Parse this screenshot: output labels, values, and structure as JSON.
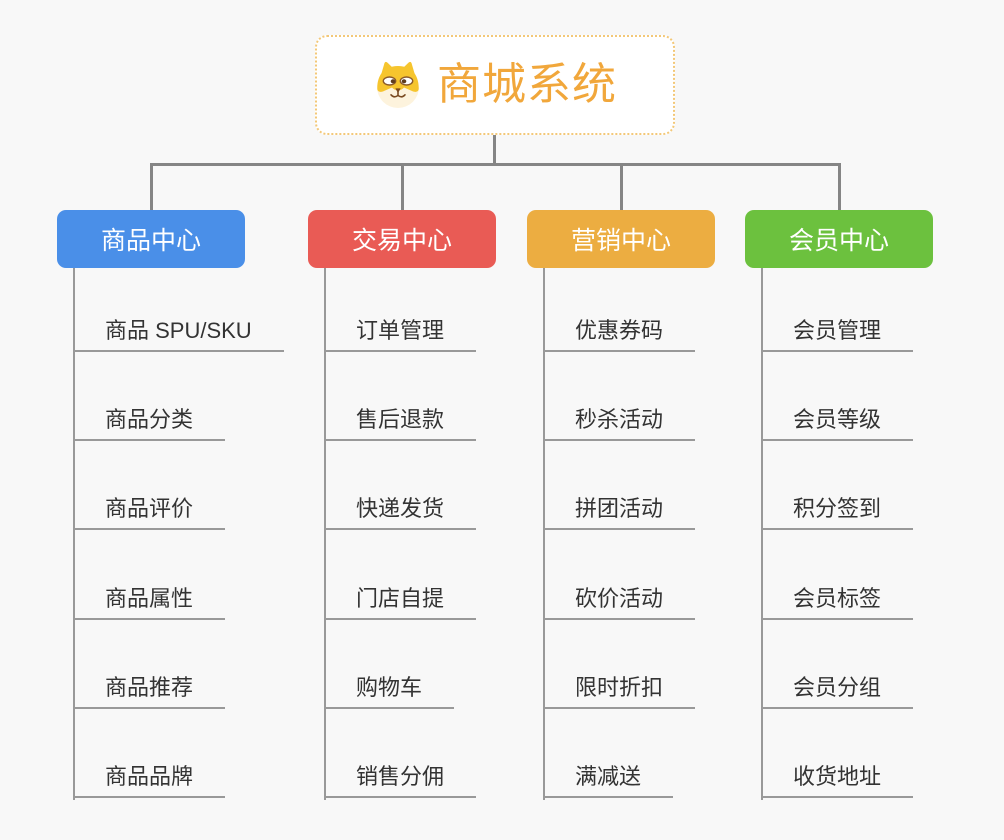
{
  "root": {
    "title": "商城系统",
    "icon": "dog-face-icon",
    "text_color": "#f1a73b",
    "border_color": "#f3c878",
    "background": "#ffffff"
  },
  "branches": [
    {
      "label": "商品中心",
      "color": "#4a8fe8",
      "children": [
        "商品 SPU/SKU",
        "商品分类",
        "商品评价",
        "商品属性",
        "商品推荐",
        "商品品牌"
      ]
    },
    {
      "label": "交易中心",
      "color": "#e95b55",
      "children": [
        "订单管理",
        "售后退款",
        "快递发货",
        "门店自提",
        "购物车",
        "销售分佣"
      ]
    },
    {
      "label": "营销中心",
      "color": "#ecad41",
      "children": [
        "优惠券码",
        "秒杀活动",
        "拼团活动",
        "砍价活动",
        "限时折扣",
        "满减送"
      ]
    },
    {
      "label": "会员中心",
      "color": "#6cc13e",
      "children": [
        "会员管理",
        "会员等级",
        "积分签到",
        "会员标签",
        "会员分组",
        "收货地址"
      ]
    }
  ],
  "colors": {
    "canvas_background": "#f8f8f8",
    "connector": "#858585",
    "child_line": "#999999",
    "child_text": "#333333",
    "header_text": "#ffffff"
  }
}
